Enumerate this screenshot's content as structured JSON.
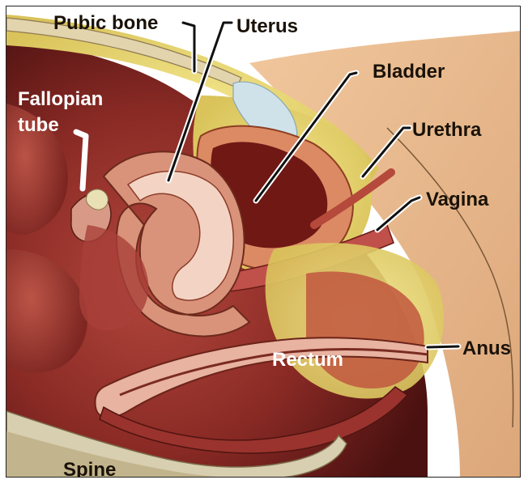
{
  "diagram": {
    "labels": {
      "pubic_bone": "Pubic bone",
      "uterus": "Uterus",
      "bladder": "Bladder",
      "urethra": "Urethra",
      "vagina": "Vagina",
      "fallopian_tube_line1": "Fallopian",
      "fallopian_tube_line2": "tube",
      "rectum": "Rectum",
      "anus": "Anus",
      "spine": "Spine"
    },
    "colors": {
      "skin": "#e8b98a",
      "fat": "#e9dc72",
      "bone": "#d9c9a3",
      "tissue_dark": "#6e1a1a",
      "tissue_mid": "#a2352d",
      "organ_wall": "#d98a6e",
      "bladder_fill": "#7d1c16",
      "outline": "#2a1a10"
    }
  }
}
